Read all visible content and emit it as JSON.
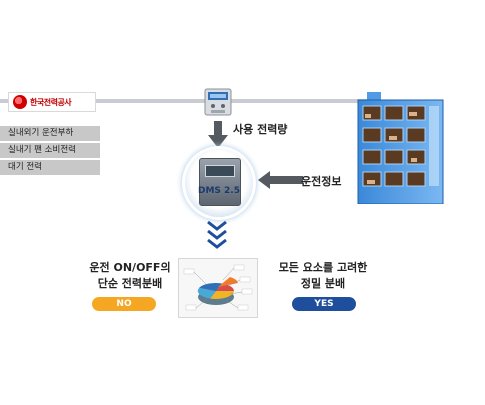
{
  "logo": {
    "text": "한국전력공사"
  },
  "left_labels": [
    "실내외기 운전부하",
    "실내기 팬 소비전력",
    "대기 전력"
  ],
  "flow": {
    "usage_label": "사용 전력량",
    "device_label": "DMS 2.5",
    "operation_info_label": "운전정보"
  },
  "bottom": {
    "left_title_line1": "운전 ON/OFF의",
    "left_title_line2": "단순 전력분배",
    "left_badge": "NO",
    "right_title_line1": "모든 요소를 고려한",
    "right_title_line2": "정밀 분배",
    "right_badge": "YES"
  },
  "colors": {
    "line": "#c9ccd2",
    "gray_label": "#c8c8c8",
    "arrow": "#555a60",
    "no_badge": "#f5a623",
    "yes_badge": "#1f4e9c"
  }
}
